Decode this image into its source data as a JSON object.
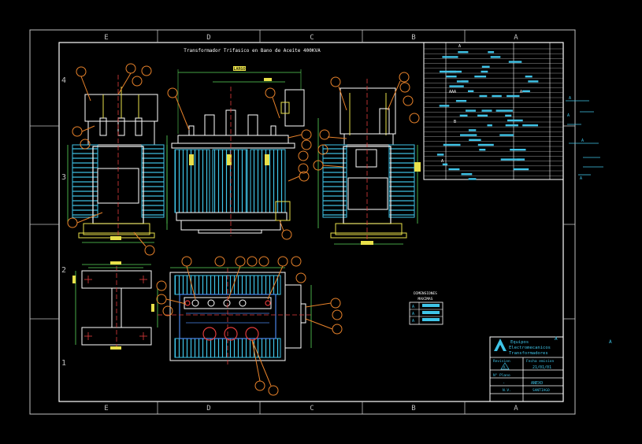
{
  "drawing": {
    "title": "Transformador Trifasico en Bano de Aceite 400KVA",
    "border_columns": [
      "E",
      "D",
      "C",
      "B",
      "A"
    ],
    "border_rows": [
      "4",
      "3",
      "2",
      "1"
    ],
    "front_width_label": "LARGO",
    "dimensions_box": {
      "title_line1": "DIMENSIONES",
      "title_line2": "MAXIMAS",
      "rows": [
        "A",
        "A",
        "A"
      ]
    },
    "table_row_labels": [
      "A",
      "AAA",
      "A",
      "B",
      "A"
    ],
    "title_block": {
      "company_line1": "Equipos",
      "company_line2": "Electromecanicos",
      "company_line3": "Transformadores",
      "revision_label": "Revision",
      "date_label": "Fecha emision",
      "date_value": "21/01/01",
      "plan_label": "N° Plano",
      "plan_value": "-",
      "code_value": "ANEXO",
      "scale_label": "N.V.",
      "sheet_value": "SANTIAGO",
      "rev_symbol": "A"
    },
    "marks": [
      "A",
      "A",
      "A",
      "A",
      "A",
      "A"
    ]
  },
  "colors": {
    "background": "#000000",
    "border": "#d9d9d9",
    "frame": "#ffffff",
    "cyan": "#3fc4e8",
    "white": "#ffffff",
    "yellow": "#e8e04a",
    "green": "#5bd85b",
    "orange": "#e8822a",
    "red": "#e23b3b",
    "blue": "#4a86e8"
  }
}
